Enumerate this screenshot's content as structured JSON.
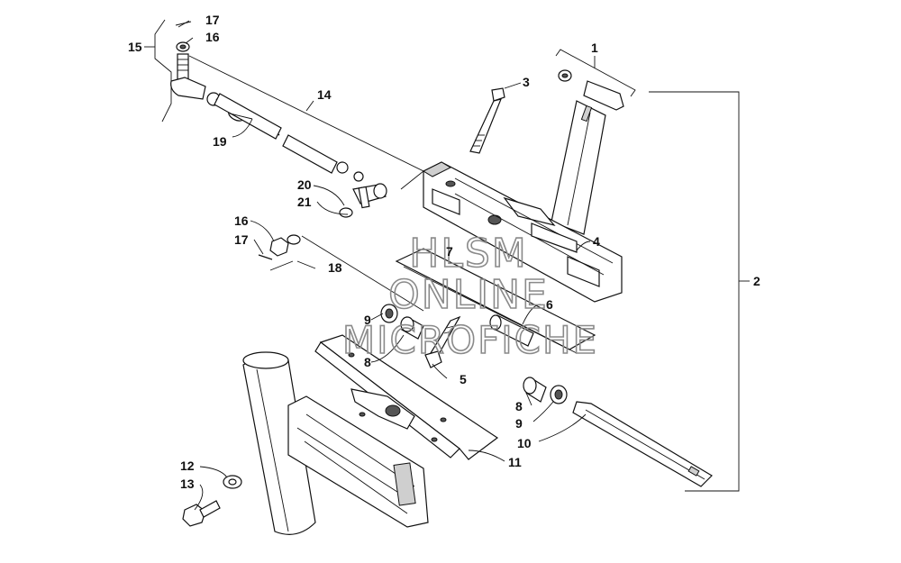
{
  "watermark": {
    "line1": "HLSM",
    "line2": "ONLINE",
    "line3": "MICROFICHE"
  },
  "callouts": [
    {
      "id": "c1",
      "text": "1"
    },
    {
      "id": "c2",
      "text": "2"
    },
    {
      "id": "c3",
      "text": "3"
    },
    {
      "id": "c4",
      "text": "4"
    },
    {
      "id": "c5",
      "text": "5"
    },
    {
      "id": "c6",
      "text": "6"
    },
    {
      "id": "c7",
      "text": "7"
    },
    {
      "id": "c8a",
      "text": "8"
    },
    {
      "id": "c8b",
      "text": "8"
    },
    {
      "id": "c9a",
      "text": "9"
    },
    {
      "id": "c9b",
      "text": "9"
    },
    {
      "id": "c10",
      "text": "10"
    },
    {
      "id": "c11",
      "text": "11"
    },
    {
      "id": "c12",
      "text": "12"
    },
    {
      "id": "c13",
      "text": "13"
    },
    {
      "id": "c14",
      "text": "14"
    },
    {
      "id": "c15",
      "text": "15"
    },
    {
      "id": "c16a",
      "text": "16"
    },
    {
      "id": "c16b",
      "text": "16"
    },
    {
      "id": "c17a",
      "text": "17"
    },
    {
      "id": "c17b",
      "text": "17"
    },
    {
      "id": "c18",
      "text": "18"
    },
    {
      "id": "c19",
      "text": "19"
    },
    {
      "id": "c20",
      "text": "20"
    },
    {
      "id": "c21",
      "text": "21"
    }
  ]
}
